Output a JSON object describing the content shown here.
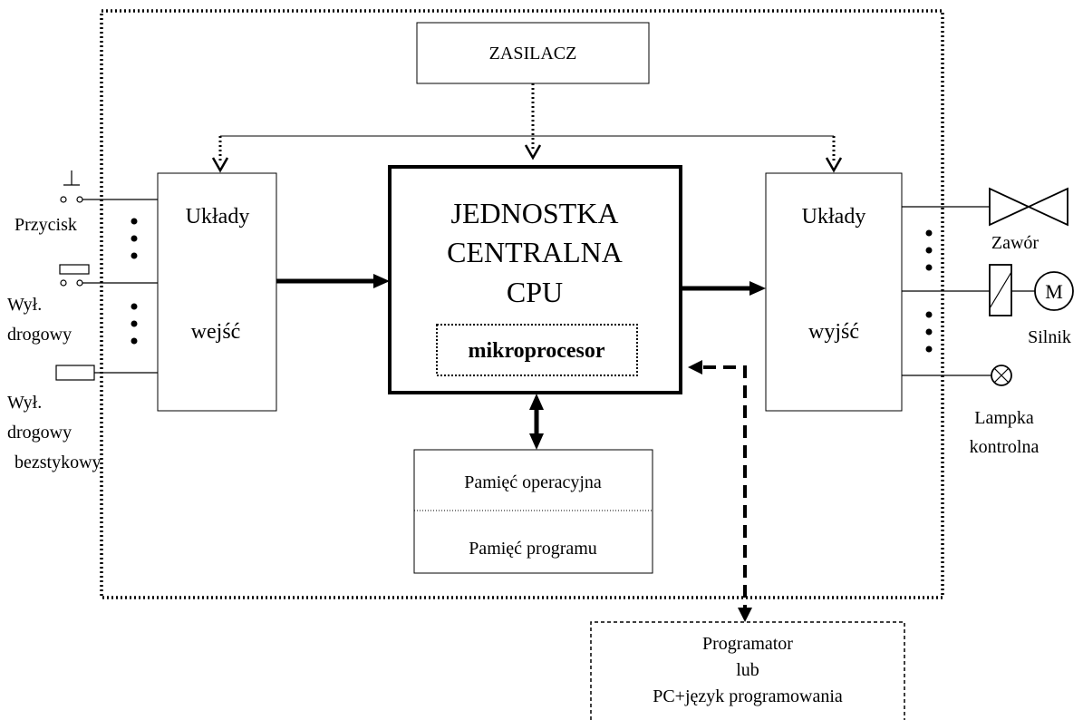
{
  "power_supply": {
    "label": "ZASILACZ"
  },
  "input_block": {
    "title": "Układy",
    "subtitle": "wejść"
  },
  "cpu_block": {
    "line1": "JEDNOSTKA",
    "line2": "CENTRALNA",
    "line3": "CPU",
    "microprocessor": "mikroprocesor"
  },
  "output_block": {
    "title": "Układy",
    "subtitle": "wyjść"
  },
  "memory_block": {
    "operating": "Pamięć operacyjna",
    "program": "Pamięć programu"
  },
  "programmer_block": {
    "line1": "Programator",
    "line2": "lub",
    "line3": "PC+język programowania"
  },
  "inputs": {
    "button": "Przycisk",
    "limit_switch_line1": "Wył.",
    "limit_switch_line2": "drogowy",
    "proximity_line1": "Wył.",
    "proximity_line2": "drogowy",
    "proximity_line3": "bezstykowy"
  },
  "outputs": {
    "valve": "Zawór",
    "motor_symbol": "M",
    "motor": "Silnik",
    "lamp_line1": "Lampka",
    "lamp_line2": "kontrolna"
  }
}
